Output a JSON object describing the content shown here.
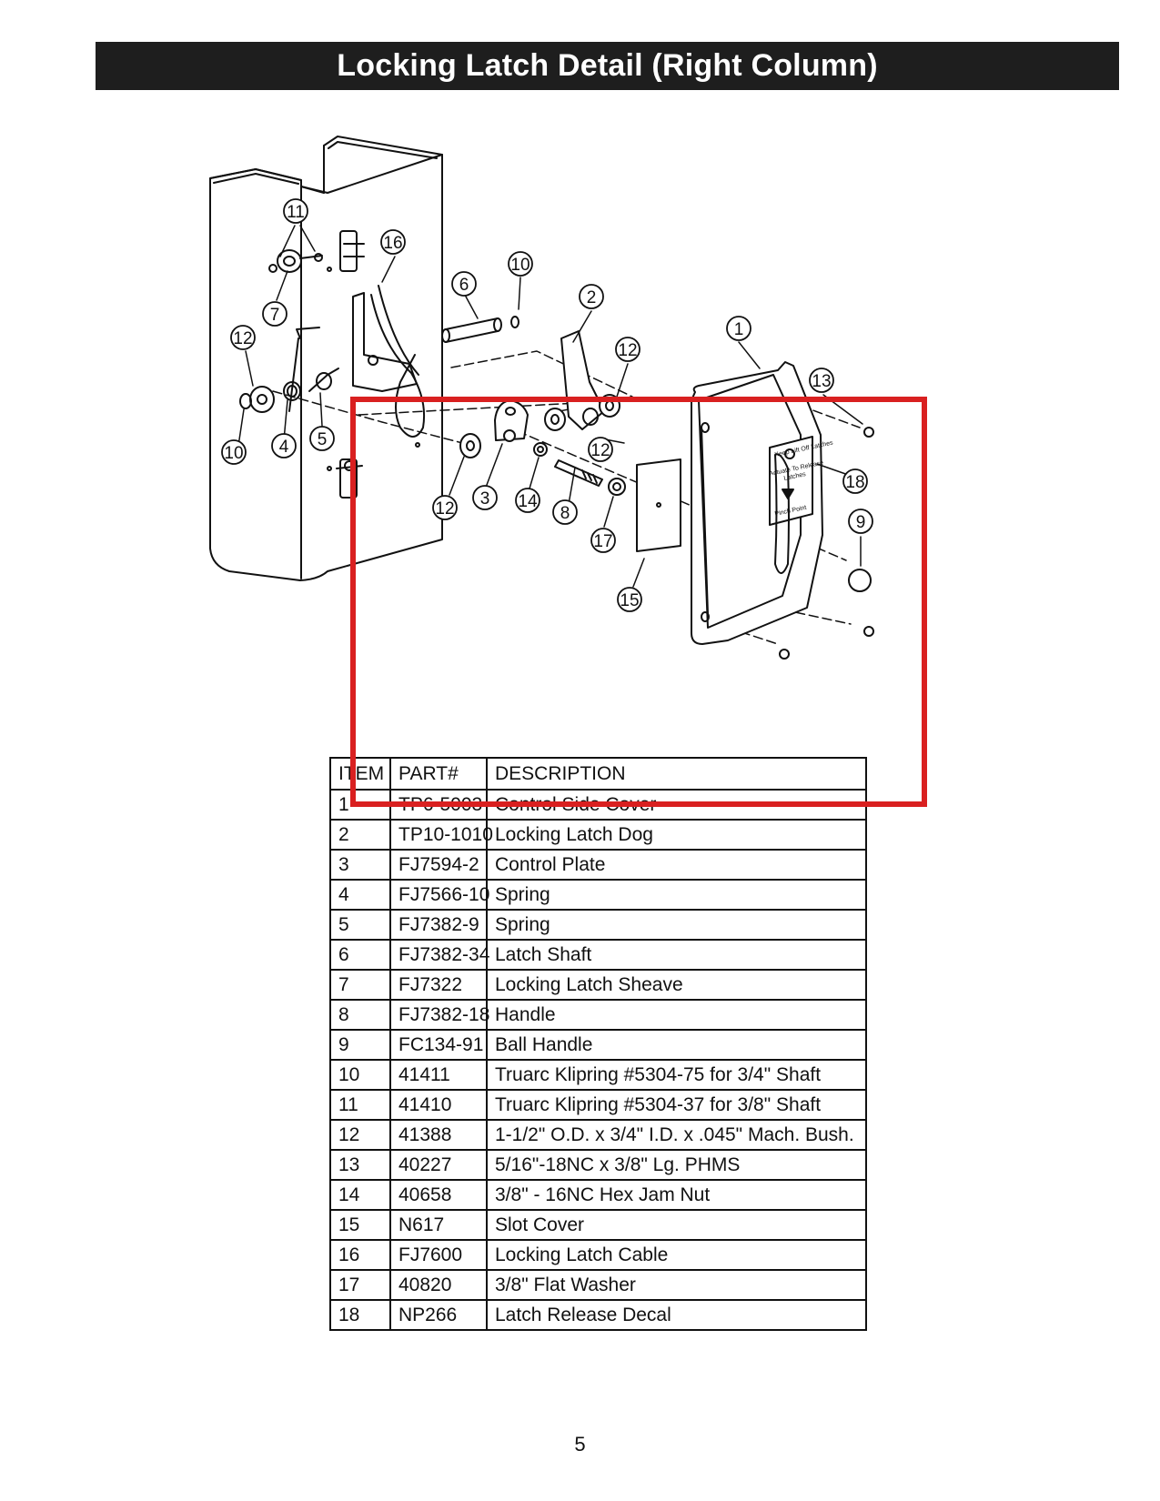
{
  "title": "Locking Latch Detail (Right Column)",
  "diagram": {
    "callouts": [
      "11",
      "16",
      "10",
      "6",
      "2",
      "1",
      "7",
      "12",
      "12",
      "13",
      "18",
      "10",
      "4",
      "5",
      "12",
      "3",
      "14",
      "8",
      "12",
      "17",
      "9",
      "15"
    ],
    "decal_text": [
      "Keep Lift Off Latches",
      "Actuate To Release",
      "Latches",
      "Pinch Point"
    ]
  },
  "table": {
    "headers": [
      "ITEM",
      "PART#",
      "DESCRIPTION"
    ],
    "rows": [
      [
        "1",
        "TP6-5003",
        "Control Side Cover"
      ],
      [
        "2",
        "TP10-1010",
        "Locking Latch Dog"
      ],
      [
        "3",
        "FJ7594-2",
        "Control Plate"
      ],
      [
        "4",
        "FJ7566-10",
        "Spring"
      ],
      [
        "5",
        "FJ7382-9",
        "Spring"
      ],
      [
        "6",
        "FJ7382-34",
        "Latch Shaft"
      ],
      [
        "7",
        "FJ7322",
        "Locking Latch Sheave"
      ],
      [
        "8",
        "FJ7382-18",
        "Handle"
      ],
      [
        "9",
        "FC134-91",
        "Ball Handle"
      ],
      [
        "10",
        "41411",
        "Truarc Klipring #5304-75 for 3/4\" Shaft"
      ],
      [
        "11",
        "41410",
        "Truarc Klipring #5304-37 for 3/8\" Shaft"
      ],
      [
        "12",
        "41388",
        "1-1/2\" O.D. x 3/4\" I.D. x .045\" Mach. Bush."
      ],
      [
        "13",
        "40227",
        "5/16\"-18NC x 3/8\" Lg. PHMS"
      ],
      [
        "14",
        "40658",
        "3/8\" - 16NC Hex Jam Nut"
      ],
      [
        "15",
        "N617",
        "Slot Cover"
      ],
      [
        "16",
        "FJ7600",
        "Locking Latch Cable"
      ],
      [
        "17",
        "40820",
        "3/8\" Flat Washer"
      ],
      [
        "18",
        "NP266",
        "Latch Release Decal"
      ]
    ]
  },
  "page_number": "5"
}
